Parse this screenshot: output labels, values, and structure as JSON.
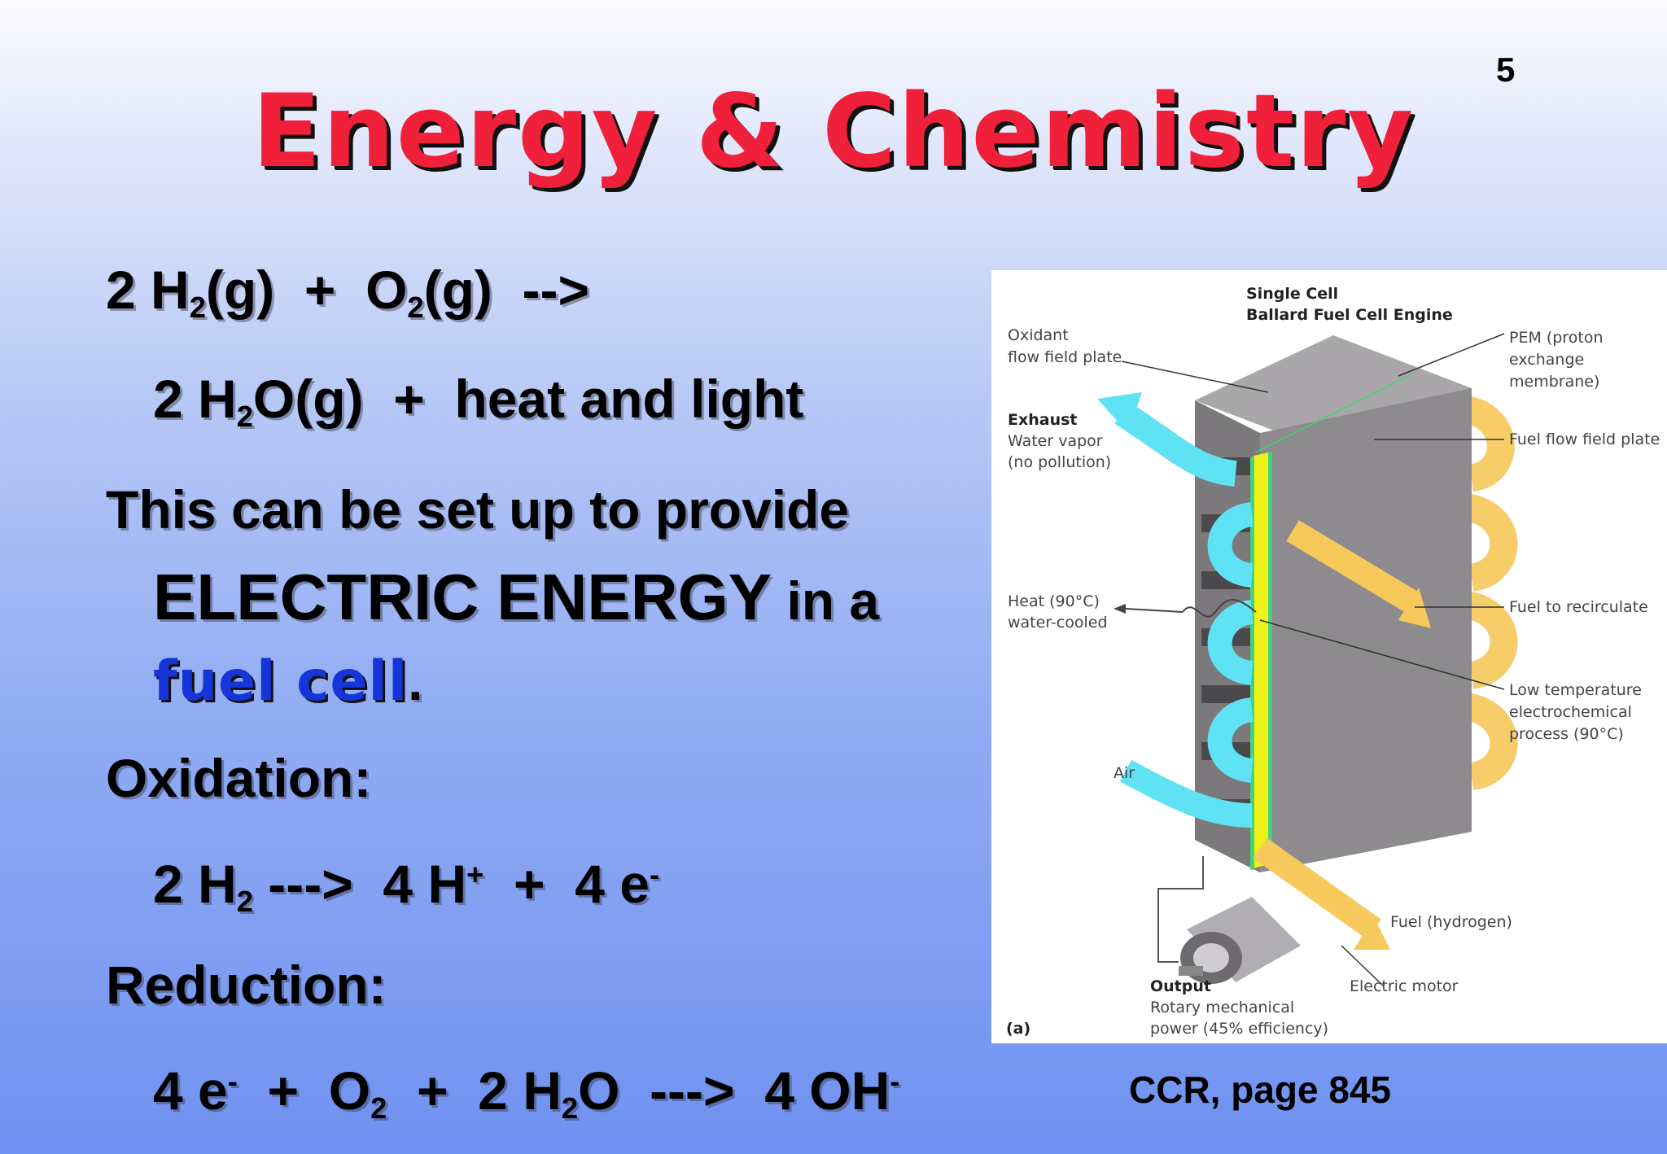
{
  "slide": {
    "number": "5",
    "title": "Energy & Chemistry",
    "reaction": {
      "line1": {
        "a": "2 H",
        "a_sub": "2",
        "b": "(g)  +  O",
        "b_sub": "2",
        "c": "(g)  -->"
      },
      "line2": {
        "a": "2 H",
        "a_sub": "2",
        "b": "O(g)  +  heat and light"
      }
    },
    "text": {
      "line1": "This can be set up to provide",
      "electric": "ELECTRIC ENERGY",
      "in_a": " in a",
      "fuel_cell": "fuel cell",
      "period": "."
    },
    "oxidation": {
      "heading": "Oxidation:",
      "a": "2 H",
      "a_sub": "2",
      "b": " --->  4 H",
      "b_sup": "+",
      "c": "  +  4 e",
      "c_sup": "-"
    },
    "reduction": {
      "heading": "Reduction:",
      "a": "4 e",
      "a_sup": "-",
      "b": "  +  O",
      "b_sub": "2",
      "c": "  +  2 H",
      "c_sub": "2",
      "d": "O  --->  4 OH",
      "d_sup": "-"
    },
    "caption": "CCR, page 845"
  },
  "diagram": {
    "title1": "Single Cell",
    "title2": "Ballard Fuel Cell Engine",
    "oxidant1": "Oxidant",
    "oxidant2": "flow field plate",
    "exhaust": "Exhaust",
    "water_vapor": "Water vapor",
    "no_pollution": "(no pollution)",
    "heat1": "Heat (90°C)",
    "heat2": "water-cooled",
    "air": "Air",
    "pem1": "PEM (proton",
    "pem2": "exchange",
    "pem3": "membrane)",
    "fuel_plate": "Fuel flow field plate",
    "recirculate": "Fuel to recirculate",
    "lowtemp1": "Low temperature",
    "lowtemp2": "electrochemical",
    "lowtemp3": "process (90°C)",
    "fuel_h": "Fuel (hydrogen)",
    "motor": "Electric motor",
    "output": "Output",
    "rotary": "Rotary mechanical",
    "power": "power (45% efficiency)",
    "panel": "(a)",
    "colors": {
      "cyan": "#5fe3f4",
      "amber": "#f7c85a",
      "membrane": "#eef218",
      "pem_green": "#46d27a",
      "plate": "#8d8b8e"
    }
  }
}
